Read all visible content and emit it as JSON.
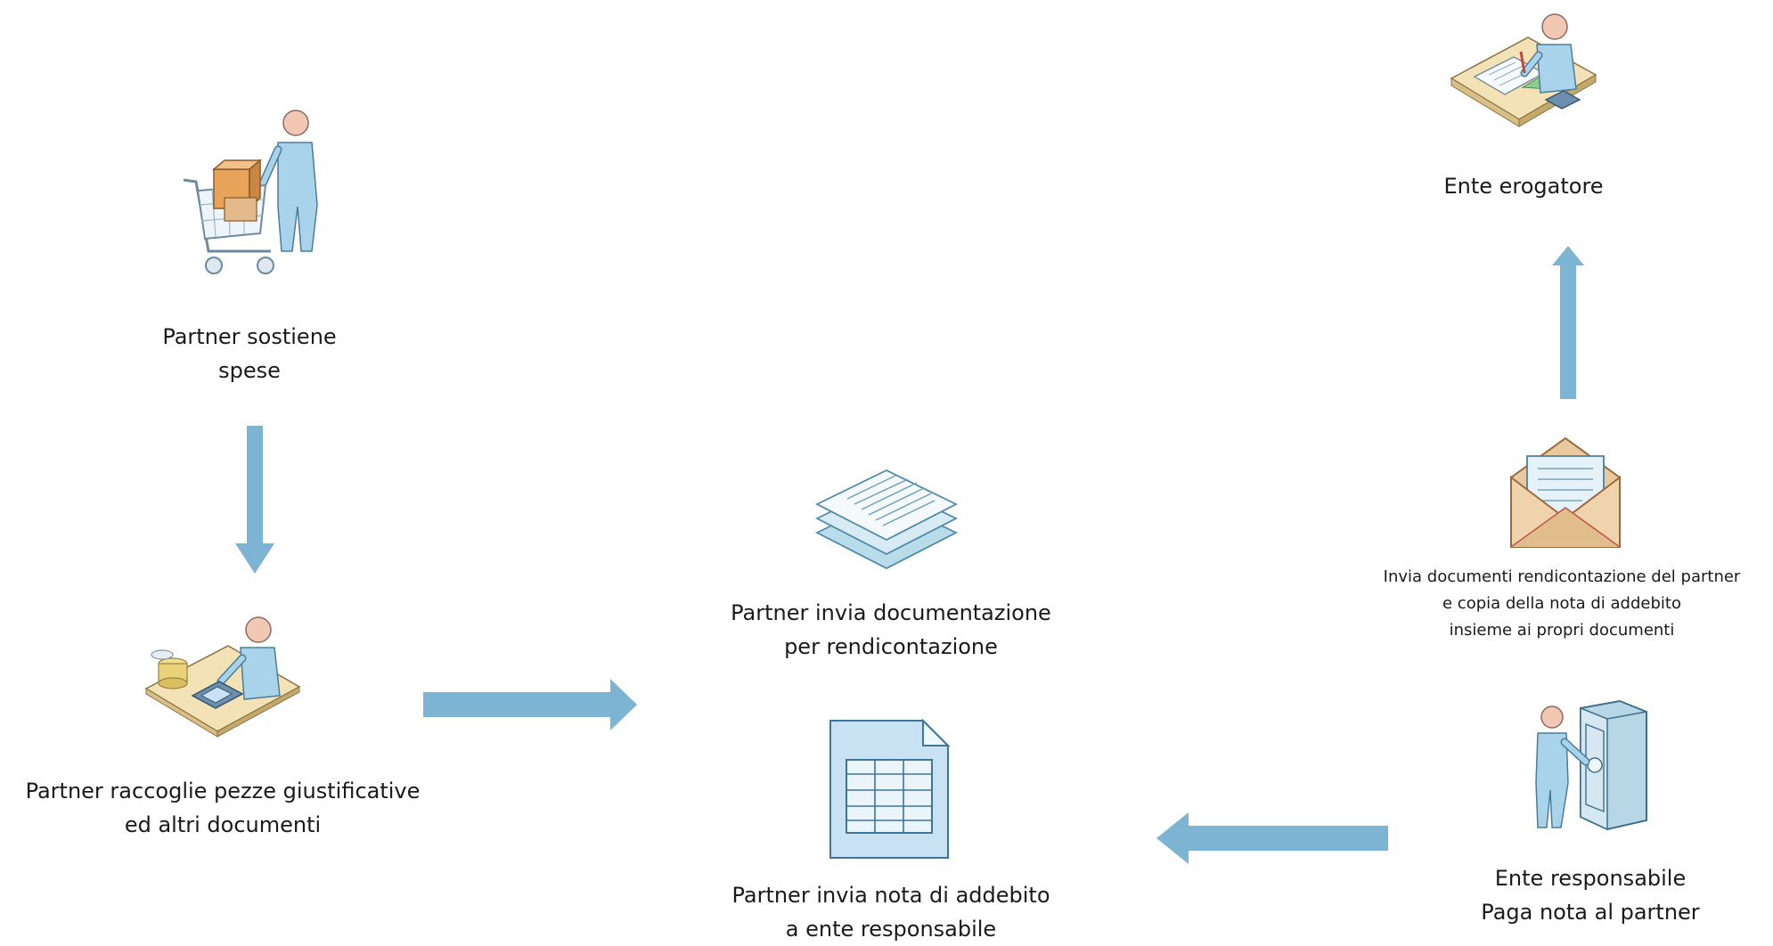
{
  "nodes": {
    "spese": {
      "lines": [
        "Partner sostiene",
        "spese"
      ]
    },
    "raccoglie": {
      "lines": [
        "Partner raccoglie pezze giustificative",
        "ed altri documenti"
      ]
    },
    "documentazione": {
      "lines": [
        "Partner invia documentazione",
        "per rendicontazione"
      ]
    },
    "nota": {
      "lines": [
        "Partner invia nota di addebito",
        "a ente responsabile"
      ]
    },
    "erogatore": {
      "lines": [
        "Ente erogatore"
      ]
    },
    "invia": {
      "lines": [
        "Invia documenti rendicontazione del partner",
        "e copia della nota di addebito",
        "insieme ai propri documenti"
      ]
    },
    "responsabile": {
      "lines": [
        "Ente responsabile",
        "Paga nota al partner"
      ]
    }
  },
  "colors": {
    "arrow": "#7db4d3",
    "text": "#1a1a1a",
    "figure_body": "#a9d3ea",
    "figure_skin": "#f2c8b4",
    "desk": "#f3e2b5",
    "envelope": "#e8c9a0",
    "document": "#c9e2f3"
  },
  "icons": {
    "spese": "shopper-cart-icon",
    "raccoglie": "accountant-desk-icon",
    "documentazione": "document-stack-icon",
    "nota": "spreadsheet-document-icon",
    "erogatore": "designer-desk-icon",
    "invia": "open-envelope-icon",
    "responsabile": "person-safe-icon"
  }
}
